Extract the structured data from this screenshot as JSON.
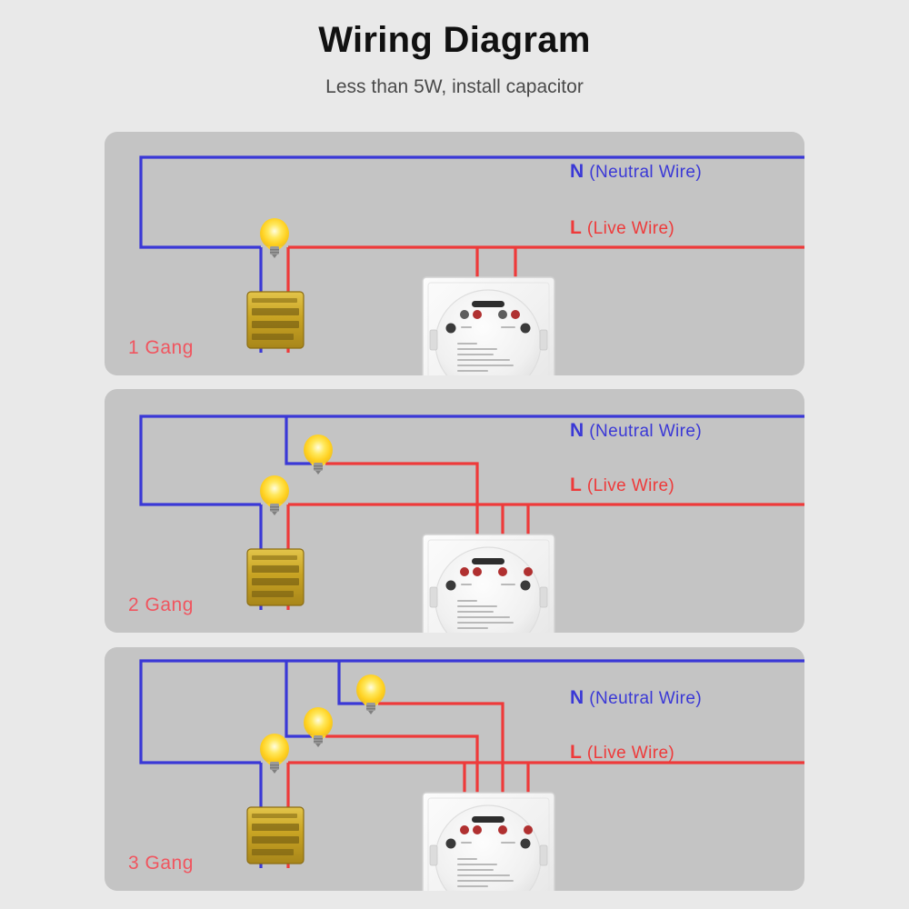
{
  "header": {
    "title": "Wiring Diagram",
    "subtitle": "Less than 5W, install capacitor"
  },
  "labels": {
    "neutral_symbol": "N",
    "neutral_text": "(Neutral  Wire)",
    "live_symbol": "L",
    "live_text": "(Live  Wire)"
  },
  "colors": {
    "page_background": "#e9e9e9",
    "panel_background": "#c4c4c4",
    "neutral_wire": "#3a38d6",
    "live_wire": "#ee3a3a",
    "gang_label": "#f0555f",
    "bulb_glow": "#ffd94a",
    "capacitor_body": "#c9a423",
    "switch_body": "#f4f4f4",
    "title_text": "#111111",
    "subtitle_text": "#4a4a4a"
  },
  "panels": [
    {
      "id": "panel-1",
      "gang_label": "1 Gang",
      "bulb_count": 1,
      "switch_terminal_count": 4,
      "live_drop_count": 2,
      "has_capacitor": true,
      "capacitor_name": "capacitor"
    },
    {
      "id": "panel-2",
      "gang_label": "2 Gang",
      "bulb_count": 2,
      "switch_terminal_count": 4,
      "live_drop_count": 3,
      "has_capacitor": true,
      "capacitor_name": "capacitor"
    },
    {
      "id": "panel-3",
      "gang_label": "3 Gang",
      "bulb_count": 3,
      "switch_terminal_count": 4,
      "live_drop_count": 4,
      "has_capacitor": true,
      "capacitor_name": "capacitor"
    }
  ]
}
